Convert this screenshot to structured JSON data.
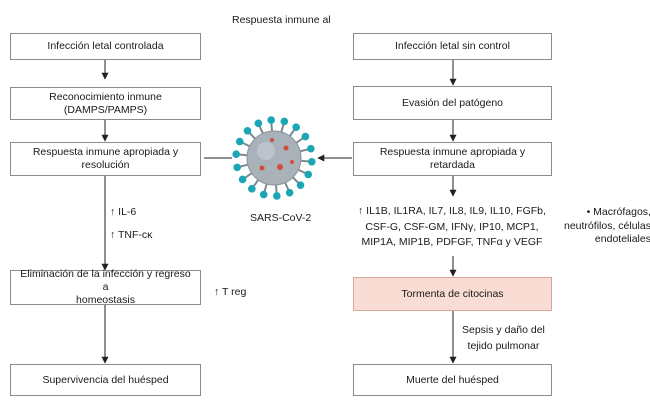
{
  "title": "Respuesta inmune al",
  "left": {
    "boxes": [
      "Infección letal controlada",
      "Reconocimiento inmune\n(DAMPS/PAMPS)",
      "Respuesta inmune apropiada y\nresolución",
      "Eliminación de la infección y regreso a\nhomeostasis",
      "Supervivencia del huésped"
    ],
    "markers": [
      "↑ IL-6",
      "↑ TNF-cκ"
    ],
    "treg": "↑ T reg"
  },
  "right": {
    "boxes": [
      "Infección letal sin control",
      "Evasión del patógeno",
      "Respuesta inmune apropiada y retardada",
      "Tormenta de citocinas",
      "Muerte del huésped"
    ],
    "cytokines": "↑ IL1B, IL1RA, IL7, IL8, IL9, IL10, FGFb,\nCSF-G, CSF-GM, IFNγ, IP10, MCP1,\nMIP1A, MIP1B, PDFGF, TNFα y VEGF",
    "cells": "• Macrófagos,\nneutrófilos, células\nendoteliales",
    "sepsis": "Sepsis y daño del\ntejido pulmonar"
  },
  "virus_label": "SARS-CoV-2",
  "colors": {
    "storm_fill": "#f9dcd4",
    "storm_border": "#d9a89a",
    "virus_body": "#a9b2b9",
    "spike": "#1aa6b4"
  }
}
